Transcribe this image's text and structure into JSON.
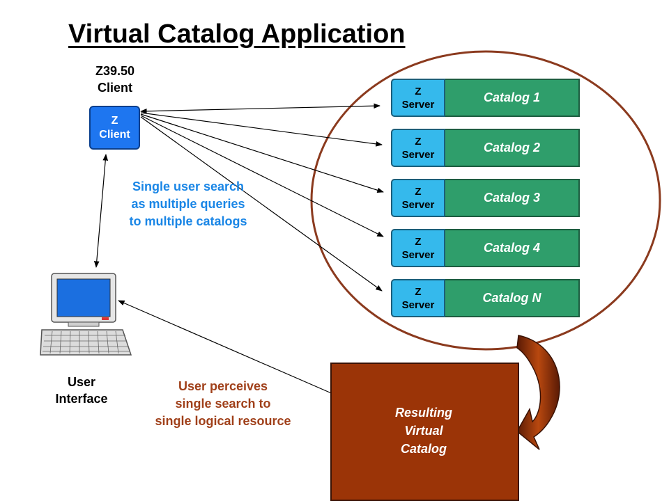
{
  "title": "Virtual Catalog Application",
  "zclient": {
    "label_line1": "Z39.50",
    "label_line2": "Client",
    "box_line1": "Z",
    "box_line2": "Client"
  },
  "user_interface": {
    "label_line1": "User",
    "label_line2": "Interface",
    "icon": "computer-icon"
  },
  "notes": {
    "blue": [
      "Single user search",
      "as multiple queries",
      "to multiple catalogs"
    ],
    "brown": [
      "User perceives",
      "single search to",
      "single logical resource"
    ]
  },
  "servers": [
    {
      "z": "Z",
      "server": "Server",
      "catalog": "Catalog 1"
    },
    {
      "z": "Z",
      "server": "Server",
      "catalog": "Catalog 2"
    },
    {
      "z": "Z",
      "server": "Server",
      "catalog": "Catalog 3"
    },
    {
      "z": "Z",
      "server": "Server",
      "catalog": "Catalog 4"
    },
    {
      "z": "Z",
      "server": "Server",
      "catalog": "Catalog N"
    }
  ],
  "result": {
    "line1": "Resulting",
    "line2": "Virtual",
    "line3": "Catalog"
  },
  "colors": {
    "zclient": "#1e76f0",
    "zserver": "#35b9ec",
    "catalog": "#2f9e6b",
    "result": "#9b3407",
    "ellipse": "#8b3a1e",
    "blue_text": "#1a86e6",
    "brown_text": "#a0401a"
  }
}
